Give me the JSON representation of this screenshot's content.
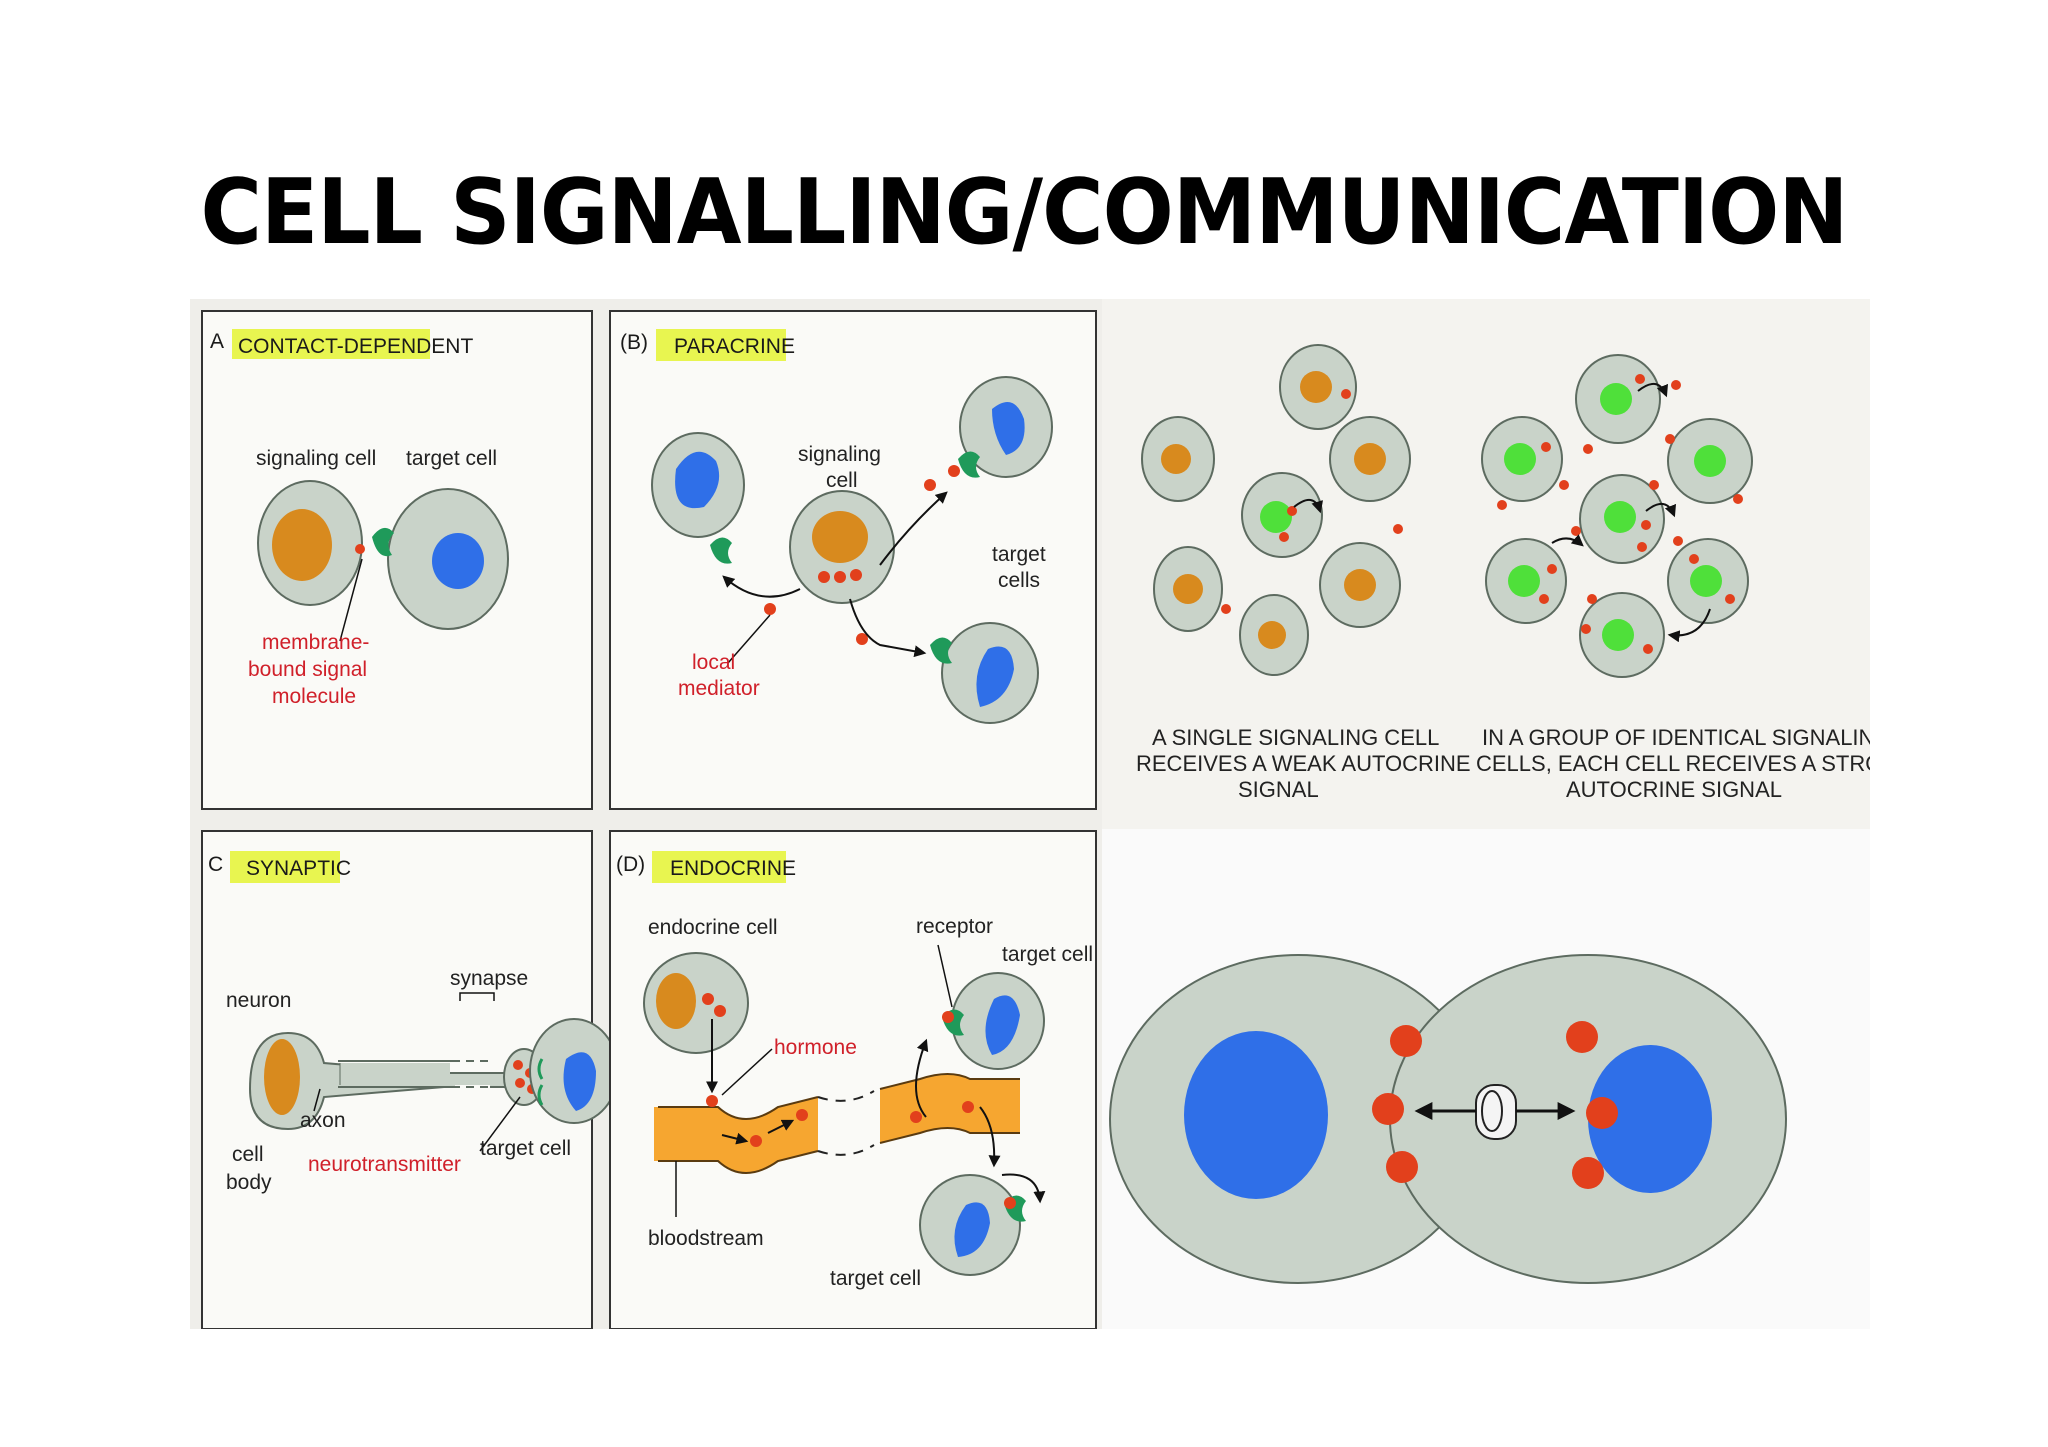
{
  "title": "CELL SIGNALLING/COMMUNICATION",
  "colors": {
    "cell_fill": "#c9d3c9",
    "cell_stroke": "#5d6b60",
    "nucleus_orange": "#d88a1e",
    "nucleus_blue": "#2f6fe8",
    "nucleus_green": "#4fe03a",
    "signal_dot": "#e2401c",
    "receptor": "#1f9a5a",
    "bloodstream": "#f6a630",
    "highlight": "#e8f550"
  },
  "panels": {
    "a": {
      "letter": "A",
      "heading": "CONTACT-DEPENDENT",
      "signaling_cell": "signaling cell",
      "target_cell": "target cell",
      "signal_label_1": "membrane-",
      "signal_label_2": "bound signal",
      "signal_label_3": "molecule"
    },
    "b": {
      "letter": "(B)",
      "heading": "PARACRINE",
      "signaling_cell_1": "signaling",
      "signaling_cell_2": "cell",
      "target_cells_1": "target",
      "target_cells_2": "cells",
      "mediator_1": "local",
      "mediator_2": "mediator"
    },
    "c": {
      "letter": "C",
      "heading": "SYNAPTIC",
      "neuron": "neuron",
      "synapse": "synapse",
      "axon": "axon",
      "cell_body_1": "cell",
      "cell_body_2": "body",
      "neurotransmitter": "neurotransmitter",
      "target_cell": "target cell"
    },
    "d": {
      "letter": "(D)",
      "heading": "ENDOCRINE",
      "endocrine_cell": "endocrine cell",
      "receptor": "receptor",
      "target_cell_top": "target cell",
      "hormone": "hormone",
      "bloodstream": "bloodstream",
      "target_cell_bottom": "target cell"
    }
  },
  "autocrine": {
    "single_caption_1": "A SINGLE SIGNALING CELL",
    "single_caption_2": "RECEIVES A WEAK AUTOCRINE",
    "single_caption_3": "SIGNAL",
    "group_caption_1": "IN A GROUP OF IDENTICAL SIGNALING",
    "group_caption_2": "CELLS, EACH CELL RECEIVES A STRONG",
    "group_caption_3": "AUTOCRINE SIGNAL"
  }
}
